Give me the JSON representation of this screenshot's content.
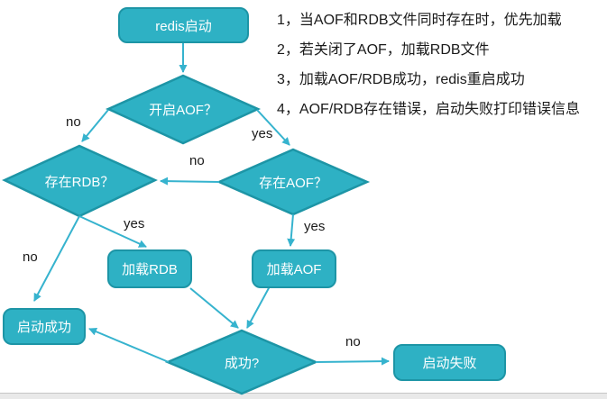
{
  "colors": {
    "shape_fill": "#2EB1C4",
    "shape_border": "#1D95A6",
    "arrow": "#36B3CE",
    "node_text": "#FFFFFF",
    "note_text": "#1A1A1A",
    "bottom_bar": "#E9E9E9",
    "bottom_bar_line": "#C6C6C6"
  },
  "flowchart": {
    "nodes": {
      "start": {
        "label": "redis启动"
      },
      "aof_enabled": {
        "label": "开启AOF？"
      },
      "rdb_exists": {
        "label": "存在RDB？"
      },
      "aof_exists": {
        "label": "存在AOF？"
      },
      "load_rdb": {
        "label": "加载RDB"
      },
      "load_aof": {
        "label": "加载AOF"
      },
      "startup_success": {
        "label": "启动成功"
      },
      "load_success": {
        "label": "成功?"
      },
      "startup_fail": {
        "label": "启动失败"
      }
    },
    "edge_labels": {
      "aof_enabled_no": "no",
      "aof_enabled_yes": "yes",
      "aof_exists_no": "no",
      "aof_exists_yes": "yes",
      "rdb_exists_yes": "yes",
      "rdb_exists_no": "no",
      "load_success_no": "no"
    }
  },
  "notes": {
    "items": [
      "1，当AOF和RDB文件同时存在时，优先加载",
      "2，若关闭了AOF，加载RDB文件",
      "3，加载AOF/RDB成功，redis重启成功",
      "4，AOF/RDB存在错误，启动失败打印错误信息"
    ]
  }
}
